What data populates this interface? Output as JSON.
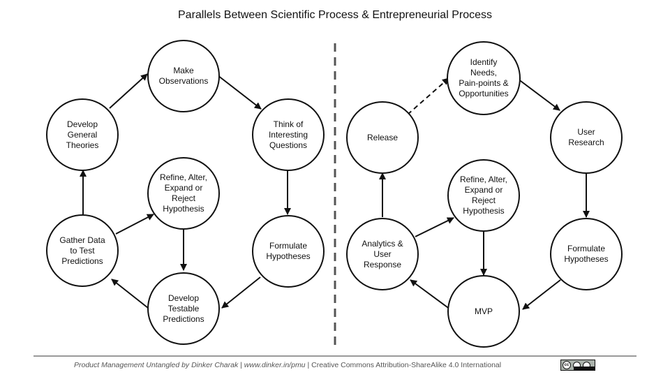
{
  "title": "Parallels Between Scientific Process & Entrepreneurial Process",
  "scientific": {
    "make_observations": "Make\nObservations",
    "think_questions": "Think of\nInteresting\nQuestions",
    "formulate_hypotheses": "Formulate\nHypotheses",
    "develop_predictions": "Develop\nTestable\nPredictions",
    "gather_data": "Gather Data\nto Test\nPredictions",
    "develop_theories": "Develop\nGeneral\nTheories",
    "refine_hypothesis": "Refine, Alter,\nExpand or\nReject\nHypothesis"
  },
  "entrepreneurial": {
    "identify_needs": "Identify\nNeeds,\nPain-points &\nOpportunities",
    "user_research": "User\nResearch",
    "formulate_hypotheses": "Formulate\nHypotheses",
    "mvp": "MVP",
    "analytics": "Analytics &\nUser\nResponse",
    "release": "Release",
    "refine_hypothesis": "Refine, Alter,\nExpand or\nReject\nHypothesis"
  },
  "footer": {
    "book": "Product Management Untangled by Dinker Charak",
    "url": "www.dinker.in/pmu",
    "license": "Creative Commons Attribution-ShareAlike 4.0 International",
    "separator": "|"
  },
  "license_badge": {
    "icon": "cc-by-sa-badge-icon"
  }
}
